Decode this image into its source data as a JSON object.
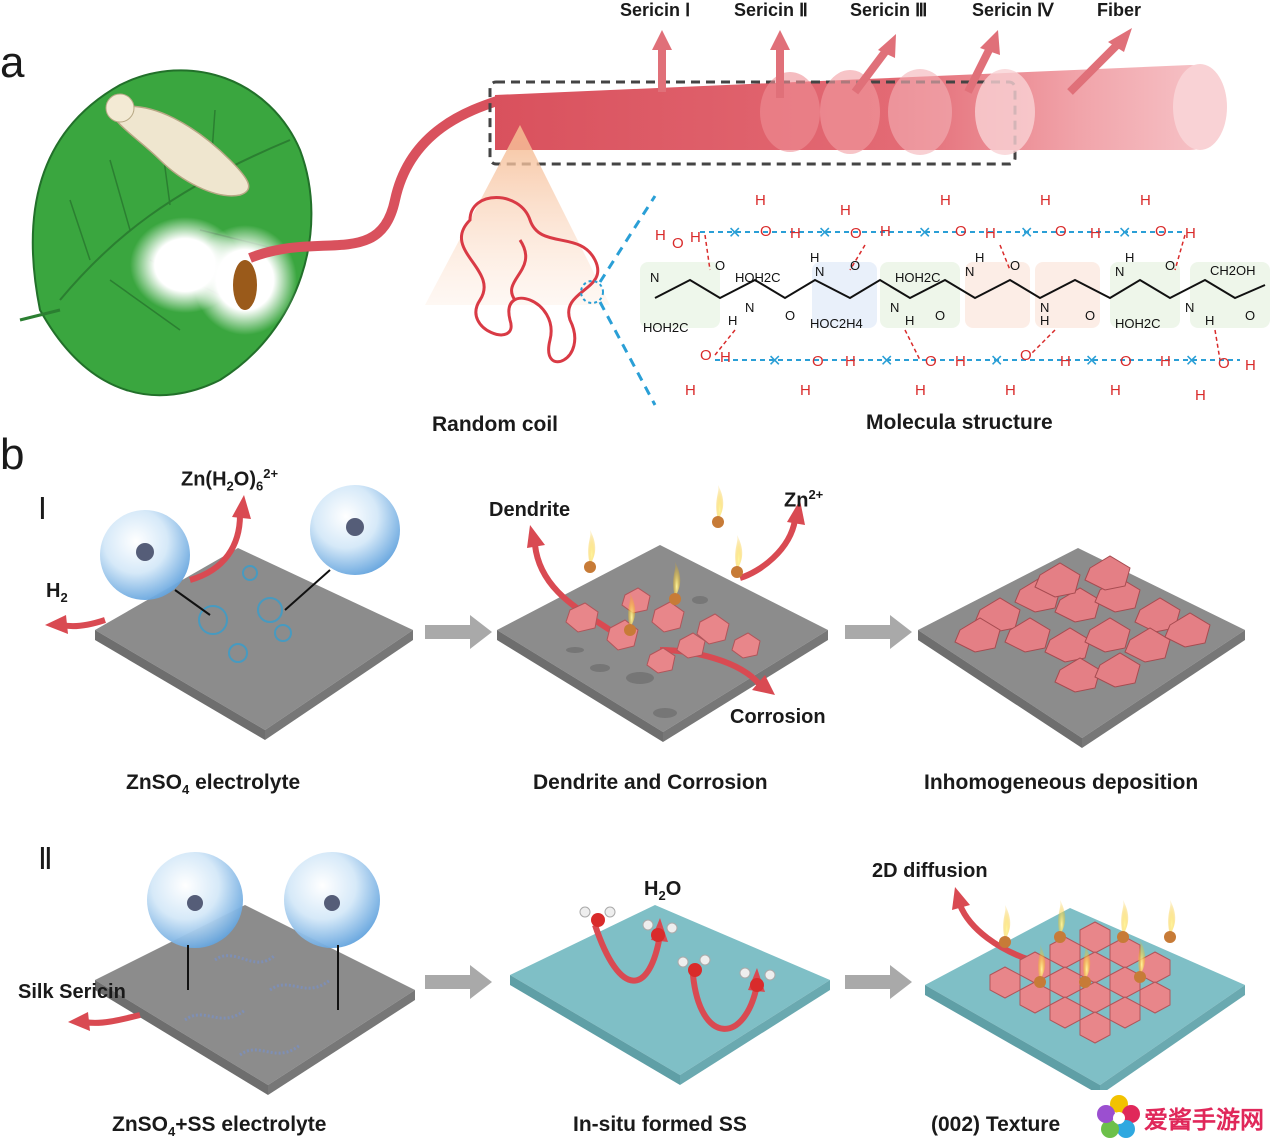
{
  "panel_a": {
    "letter": "a",
    "sericin_labels": [
      "Sericin Ⅰ",
      "Sericin Ⅱ",
      "Sericin Ⅲ",
      "Sericin Ⅳ"
    ],
    "fiber_label": "Fiber",
    "random_coil_label": "Random coil",
    "molecular_structure_label": "Molecula structure",
    "molecule_groups": [
      "HOH2C",
      "HOH2C",
      "CH2OH",
      "HOH2C",
      "HOC2H4",
      "HOH2C"
    ],
    "water_letters": {
      "h": "H",
      "o": "O",
      "n": "N"
    }
  },
  "panel_b": {
    "letter": "b",
    "row1": {
      "roman": "Ⅰ",
      "ion_complex_base": "Zn(H",
      "ion_complex_sub1": "2",
      "ion_complex_mid": "O)",
      "ion_complex_sub2": "6",
      "ion_complex_sup": "2+",
      "h2_base": "H",
      "h2_sub": "2",
      "dendrite": "Dendrite",
      "zn_base": "Zn",
      "zn_sup": "2+",
      "corrosion": "Corrosion",
      "caption1_base": "ZnSO",
      "caption1_sub": "4",
      "caption1_rest": " electrolyte",
      "caption2": "Dendrite and Corrosion",
      "caption3": "Inhomogeneous deposition"
    },
    "row2": {
      "roman": "Ⅱ",
      "silk_sericin": "Silk Sericin",
      "water_base": "H",
      "water_sub": "2",
      "water_rest": "O",
      "diffusion": "2D diffusion",
      "caption1_base": "ZnSO",
      "caption1_sub": "4",
      "caption1_rest": "+SS electrolyte",
      "caption2": "In-situ formed SS",
      "caption3": "(002) Texture"
    }
  },
  "watermark": {
    "text": "爱酱手游网"
  },
  "colors": {
    "fiber_red": "#d9515d",
    "fiber_pink": "#f4b6bb",
    "leaf_green": "#3aa63f",
    "plate_gray": "#8c8c8c",
    "plate_teal": "#7fbfc6",
    "arrow_red": "#d94a52",
    "hexagon_pink": "#e8868a",
    "dash_blue": "#2a9fd6",
    "h_red": "#d92b2b"
  }
}
